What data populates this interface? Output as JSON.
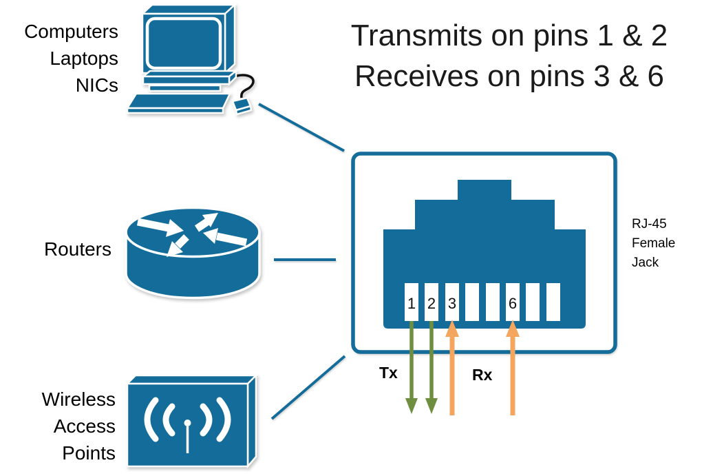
{
  "title": {
    "line1": "Transmits on pins 1 & 2",
    "line2": "Receives on pins 3 & 6"
  },
  "labels": {
    "computers": [
      "Computers",
      "Laptops",
      "NICs"
    ],
    "routers": "Routers",
    "wireless": [
      "Wireless",
      "Access",
      "Points"
    ],
    "jack": [
      "RJ-45",
      "Female",
      "Jack"
    ],
    "tx": "Tx",
    "rx": "Rx"
  },
  "jack": {
    "pin_count": 8,
    "pins": [
      "1",
      "2",
      "3",
      "",
      "",
      "6",
      "",
      ""
    ],
    "tx_pins": [
      1,
      2
    ],
    "rx_pins": [
      3,
      6
    ]
  },
  "icons": {
    "computer": "desktop-computer-icon",
    "router": "router-icon",
    "wireless_access_point": "wireless-access-point-icon",
    "jack": "rj45-female-jack-icon"
  },
  "colors": {
    "blue": "#136C99",
    "green": "#6F8E3F",
    "orange": "#F4A55E",
    "text": "#1A1A1A",
    "background": "#FFFFFF"
  }
}
